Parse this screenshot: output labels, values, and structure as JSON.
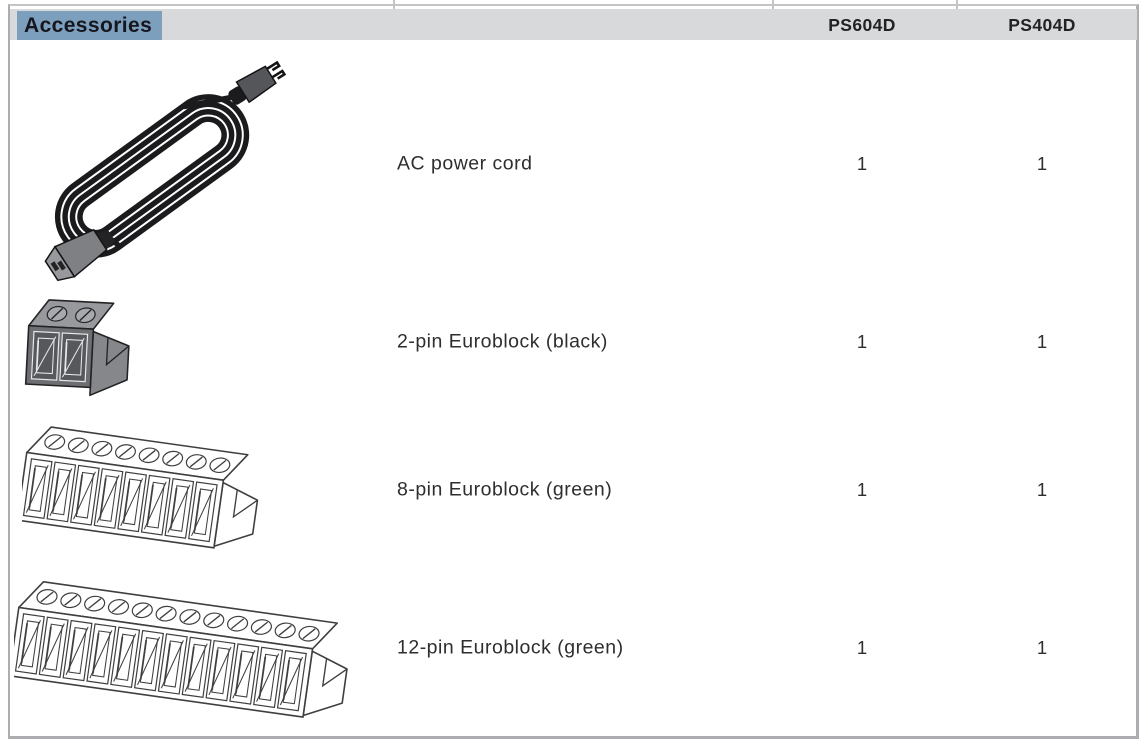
{
  "table": {
    "header": {
      "title": "Accessories",
      "columns": [
        "PS604D",
        "PS404D"
      ]
    },
    "rows": [
      {
        "name": "AC power cord",
        "qty": {
          "PS604D": "1",
          "PS404D": "1"
        },
        "graphic": {
          "type": "cord",
          "icon": "ac-power-cord",
          "cable_color": "#1b1b1e"
        }
      },
      {
        "name": "2-pin Euroblock (black)",
        "qty": {
          "PS604D": "1",
          "PS404D": "1"
        },
        "graphic": {
          "type": "euroblock",
          "pins": 2,
          "variant": "dark",
          "icon": "2-pin-euroblock"
        }
      },
      {
        "name": "8-pin Euroblock (green)",
        "qty": {
          "PS604D": "1",
          "PS404D": "1"
        },
        "graphic": {
          "type": "euroblock",
          "pins": 8,
          "variant": "light",
          "icon": "8-pin-euroblock"
        }
      },
      {
        "name": "12-pin Euroblock (green)",
        "qty": {
          "PS604D": "1",
          "PS404D": "1"
        },
        "graphic": {
          "type": "euroblock",
          "pins": 12,
          "variant": "light",
          "icon": "12-pin-euroblock"
        }
      }
    ]
  },
  "colors": {
    "highlight": "#7c9fbd",
    "headerBand": "#d8d9da",
    "border": "#abadb0",
    "rule": "#c2c4c6",
    "text": "#2e2e31",
    "headerText": "#222226"
  }
}
